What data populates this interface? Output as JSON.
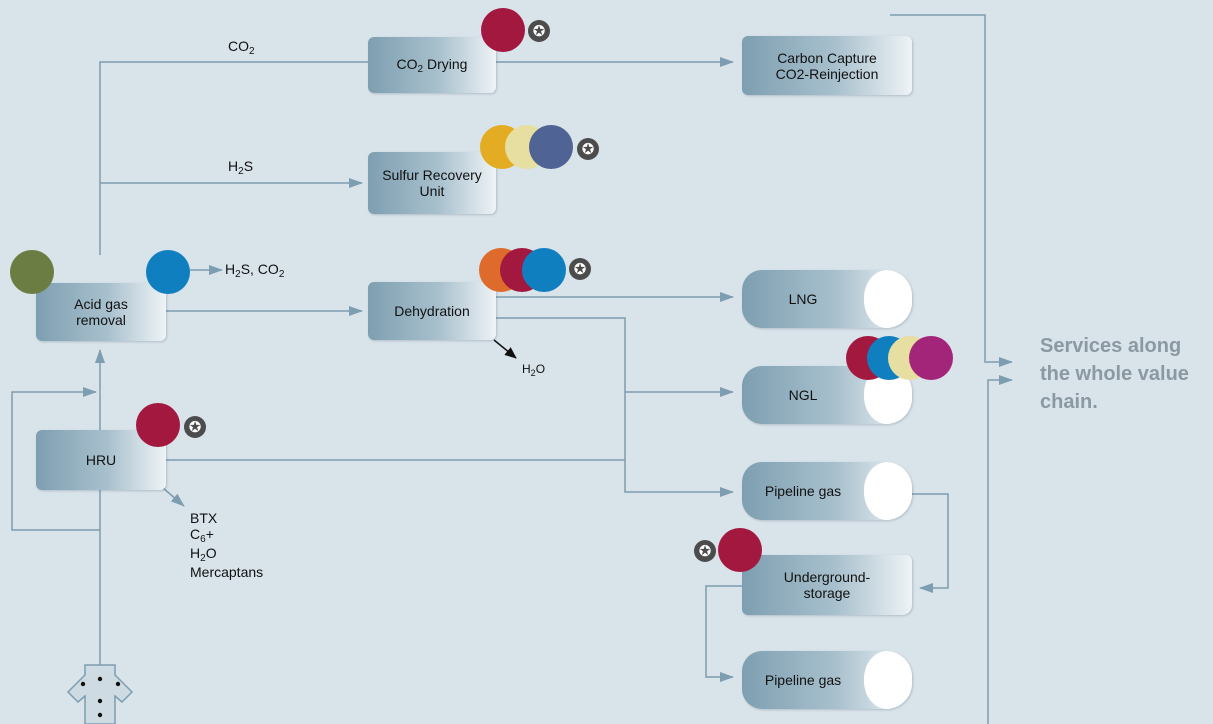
{
  "units": {
    "co2_drying": [
      "CO",
      "2",
      " Drying"
    ],
    "carbon_capture": [
      "Carbon Capture",
      "CO2-Reinjection"
    ],
    "sulfur_recovery": [
      "Sulfur Recovery",
      "Unit"
    ],
    "acid_gas_removal": [
      "Acid gas",
      "removal"
    ],
    "dehydration": "Dehydration",
    "hru": "HRU",
    "lng": "LNG",
    "ngl": "NGL",
    "pipeline_gas_1": "Pipeline gas",
    "underground_storage": [
      "Underground-",
      "storage"
    ],
    "pipeline_gas_2": "Pipeline gas"
  },
  "flow_labels": {
    "co2": [
      "CO",
      "2"
    ],
    "h2s": [
      "H",
      "2",
      "S"
    ],
    "h2s_co2": [
      "H",
      "2",
      "S, CO",
      "2"
    ],
    "h2o": [
      "H",
      "2",
      "O"
    ]
  },
  "hru_outputs": {
    "btx": "BTX",
    "c6": [
      "C",
      "6",
      "+"
    ],
    "h2o": [
      "H",
      "2",
      "O"
    ],
    "mercaptans": "Mercaptans"
  },
  "services_text": "Services along the whole value chain.",
  "star_glyph": "✪",
  "colors": {
    "background": "#d9e3ea",
    "line": "#7d9db0",
    "crimson": "#a3183f",
    "blue": "#0f7fc0",
    "olive": "#6b7d42",
    "gold": "#e4ac22",
    "cream": "#e7dea2",
    "slate": "#4f6494",
    "orange": "#de6a2c",
    "magenta": "#a3257a",
    "star": "#4c4c4c",
    "services_text": "#8a99a3"
  }
}
